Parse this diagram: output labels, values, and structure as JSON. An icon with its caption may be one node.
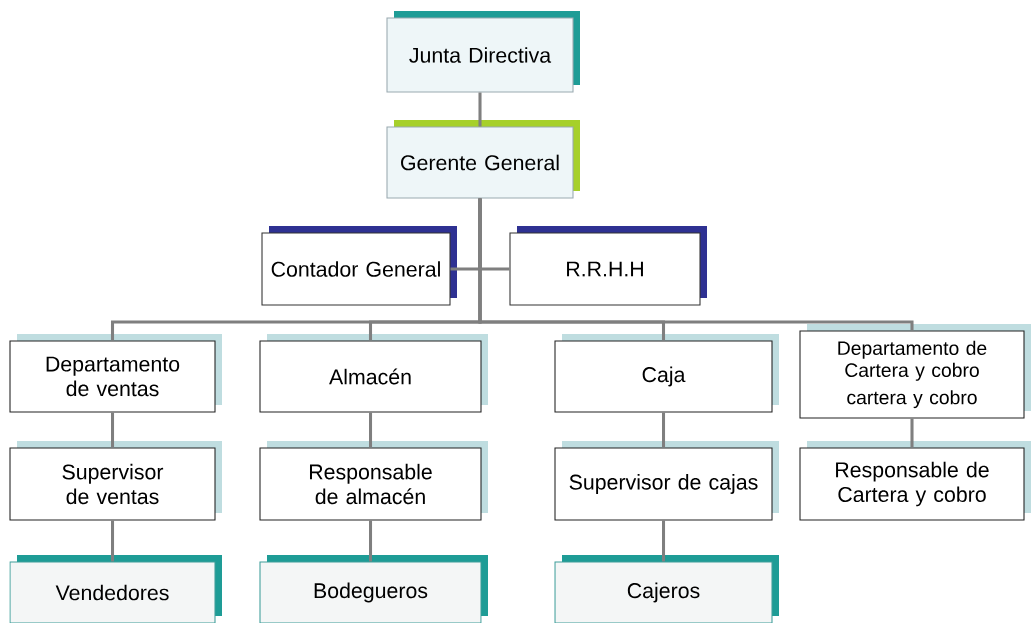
{
  "diagram": {
    "nodes": [
      {
        "text": [
          "Junta Directiva"
        ]
      },
      {
        "text": [
          "Gerente General"
        ]
      },
      {
        "text": [
          "Contador General"
        ]
      },
      {
        "text": [
          "R.R.H.H"
        ]
      },
      {
        "text": [
          "Departamento de ventas"
        ]
      },
      {
        "text": [
          "Almacén"
        ]
      },
      {
        "text": [
          "Caja"
        ]
      },
      {
        "text": [
          "Departamento de Cartera y cobro",
          "cartera y cobro"
        ]
      },
      {
        "text": [
          "Supervisor de ventas"
        ]
      },
      {
        "text": [
          "Responsable de almacén"
        ]
      },
      {
        "text": [
          "Supervisor de cajas"
        ]
      },
      {
        "text": [
          "Responsable de Cartera y cobro"
        ]
      },
      {
        "text": [
          "Vendedores"
        ]
      },
      {
        "text": [
          "Bodegueros"
        ]
      },
      {
        "text": [
          "Cajeros"
        ]
      }
    ],
    "edges": [
      {
        "from": 0,
        "to": 1,
        "arrow": "none"
      },
      {
        "from": 1,
        "to": 2,
        "arrow": "none"
      },
      {
        "from": 1,
        "to": 3,
        "arrow": "none"
      },
      {
        "from": 1,
        "to": 4,
        "arrow": "none"
      },
      {
        "from": 1,
        "to": 5,
        "arrow": "none"
      },
      {
        "from": 1,
        "to": 6,
        "arrow": "none"
      },
      {
        "from": 1,
        "to": 7,
        "arrow": "none"
      },
      {
        "from": 4,
        "to": 8,
        "arrow": "none"
      },
      {
        "from": 5,
        "to": 9,
        "arrow": "none"
      },
      {
        "from": 6,
        "to": 10,
        "arrow": "none"
      },
      {
        "from": 7,
        "to": 11,
        "arrow": "none"
      },
      {
        "from": 8,
        "to": 12,
        "arrow": "none"
      },
      {
        "from": 9,
        "to": 13,
        "arrow": "none"
      },
      {
        "from": 10,
        "to": 14,
        "arrow": "none"
      }
    ]
  }
}
